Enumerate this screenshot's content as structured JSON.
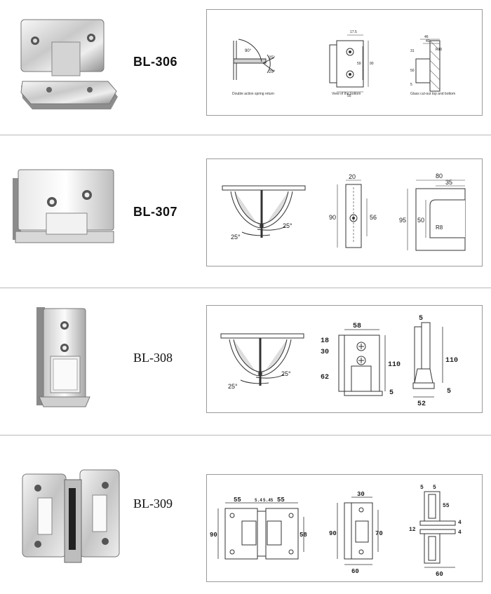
{
  "products": [
    {
      "model": "BL-306",
      "captions": [
        "Double action spring return",
        "View of the bottom",
        "Glass cut-out top and bottom"
      ],
      "dims": {
        "angle_90": "90°",
        "angle_25a": "25°",
        "angle_25b": "25°",
        "d17_5": "17.5",
        "d59": "59",
        "d90": "90",
        "d55": "55",
        "d46": "46",
        "d40": "40",
        "r10": "R10",
        "d50": "50",
        "d31": "31",
        "d5": "5"
      }
    },
    {
      "model": "BL-307",
      "dims": {
        "angle_left": "25°",
        "angle_right": "25°",
        "d20": "20",
        "d90": "90",
        "d56": "56",
        "d80": "80",
        "d35": "35",
        "d95": "95",
        "d50": "50",
        "r8": "R8"
      }
    },
    {
      "model": "BL-308",
      "dims": {
        "angle_left": "25°",
        "angle_right": "25°",
        "d58": "58",
        "d18": "18",
        "d30": "30",
        "d62": "62",
        "d110a": "110",
        "d5a": "5",
        "d5b": "5",
        "d110b": "110",
        "d5c": "5",
        "d52": "52"
      }
    },
    {
      "model": "BL-309",
      "dims": {
        "d55a": "55",
        "d5_4": "5.4",
        "d5_45": "5.45",
        "d55b": "55",
        "d90a": "90",
        "d58": "58",
        "d30": "30",
        "d90b": "90",
        "d70": "70",
        "d60a": "60",
        "d5a": "5",
        "d5b": "5",
        "d55c": "55",
        "d12": "12",
        "d4a": "4",
        "d4b": "4",
        "d60b": "60"
      }
    }
  ]
}
